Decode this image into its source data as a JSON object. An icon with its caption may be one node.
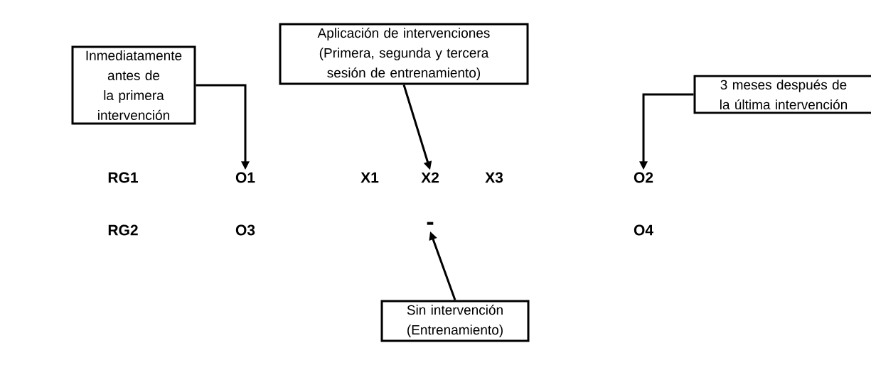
{
  "diagram": {
    "nodes": [
      {
        "text": [
          "Inmediatamente antes de la primera intervención"
        ]
      },
      {
        "text": [
          "Aplicación de intervenciones (Primera, segunda y tercera sesión de entrenamiento)"
        ]
      },
      {
        "text": [
          "3 meses después de la última intervención"
        ]
      },
      {
        "text": [
          "O1"
        ]
      },
      {
        "text": [
          "X2"
        ]
      },
      {
        "text": [
          "O2"
        ]
      },
      {
        "text": [
          "-"
        ]
      },
      {
        "text": [
          "Sin intervención (Entrenamiento)"
        ]
      }
    ],
    "edges": [
      {
        "from": 0,
        "to": 3,
        "arrow": "to"
      },
      {
        "from": 1,
        "to": 4,
        "arrow": "to"
      },
      {
        "from": 2,
        "to": 5,
        "arrow": "to"
      },
      {
        "from": 7,
        "to": 6,
        "arrow": "to"
      }
    ],
    "labels": [
      "RG1",
      "X1",
      "X3",
      "RG2",
      "O3",
      "O4"
    ]
  }
}
